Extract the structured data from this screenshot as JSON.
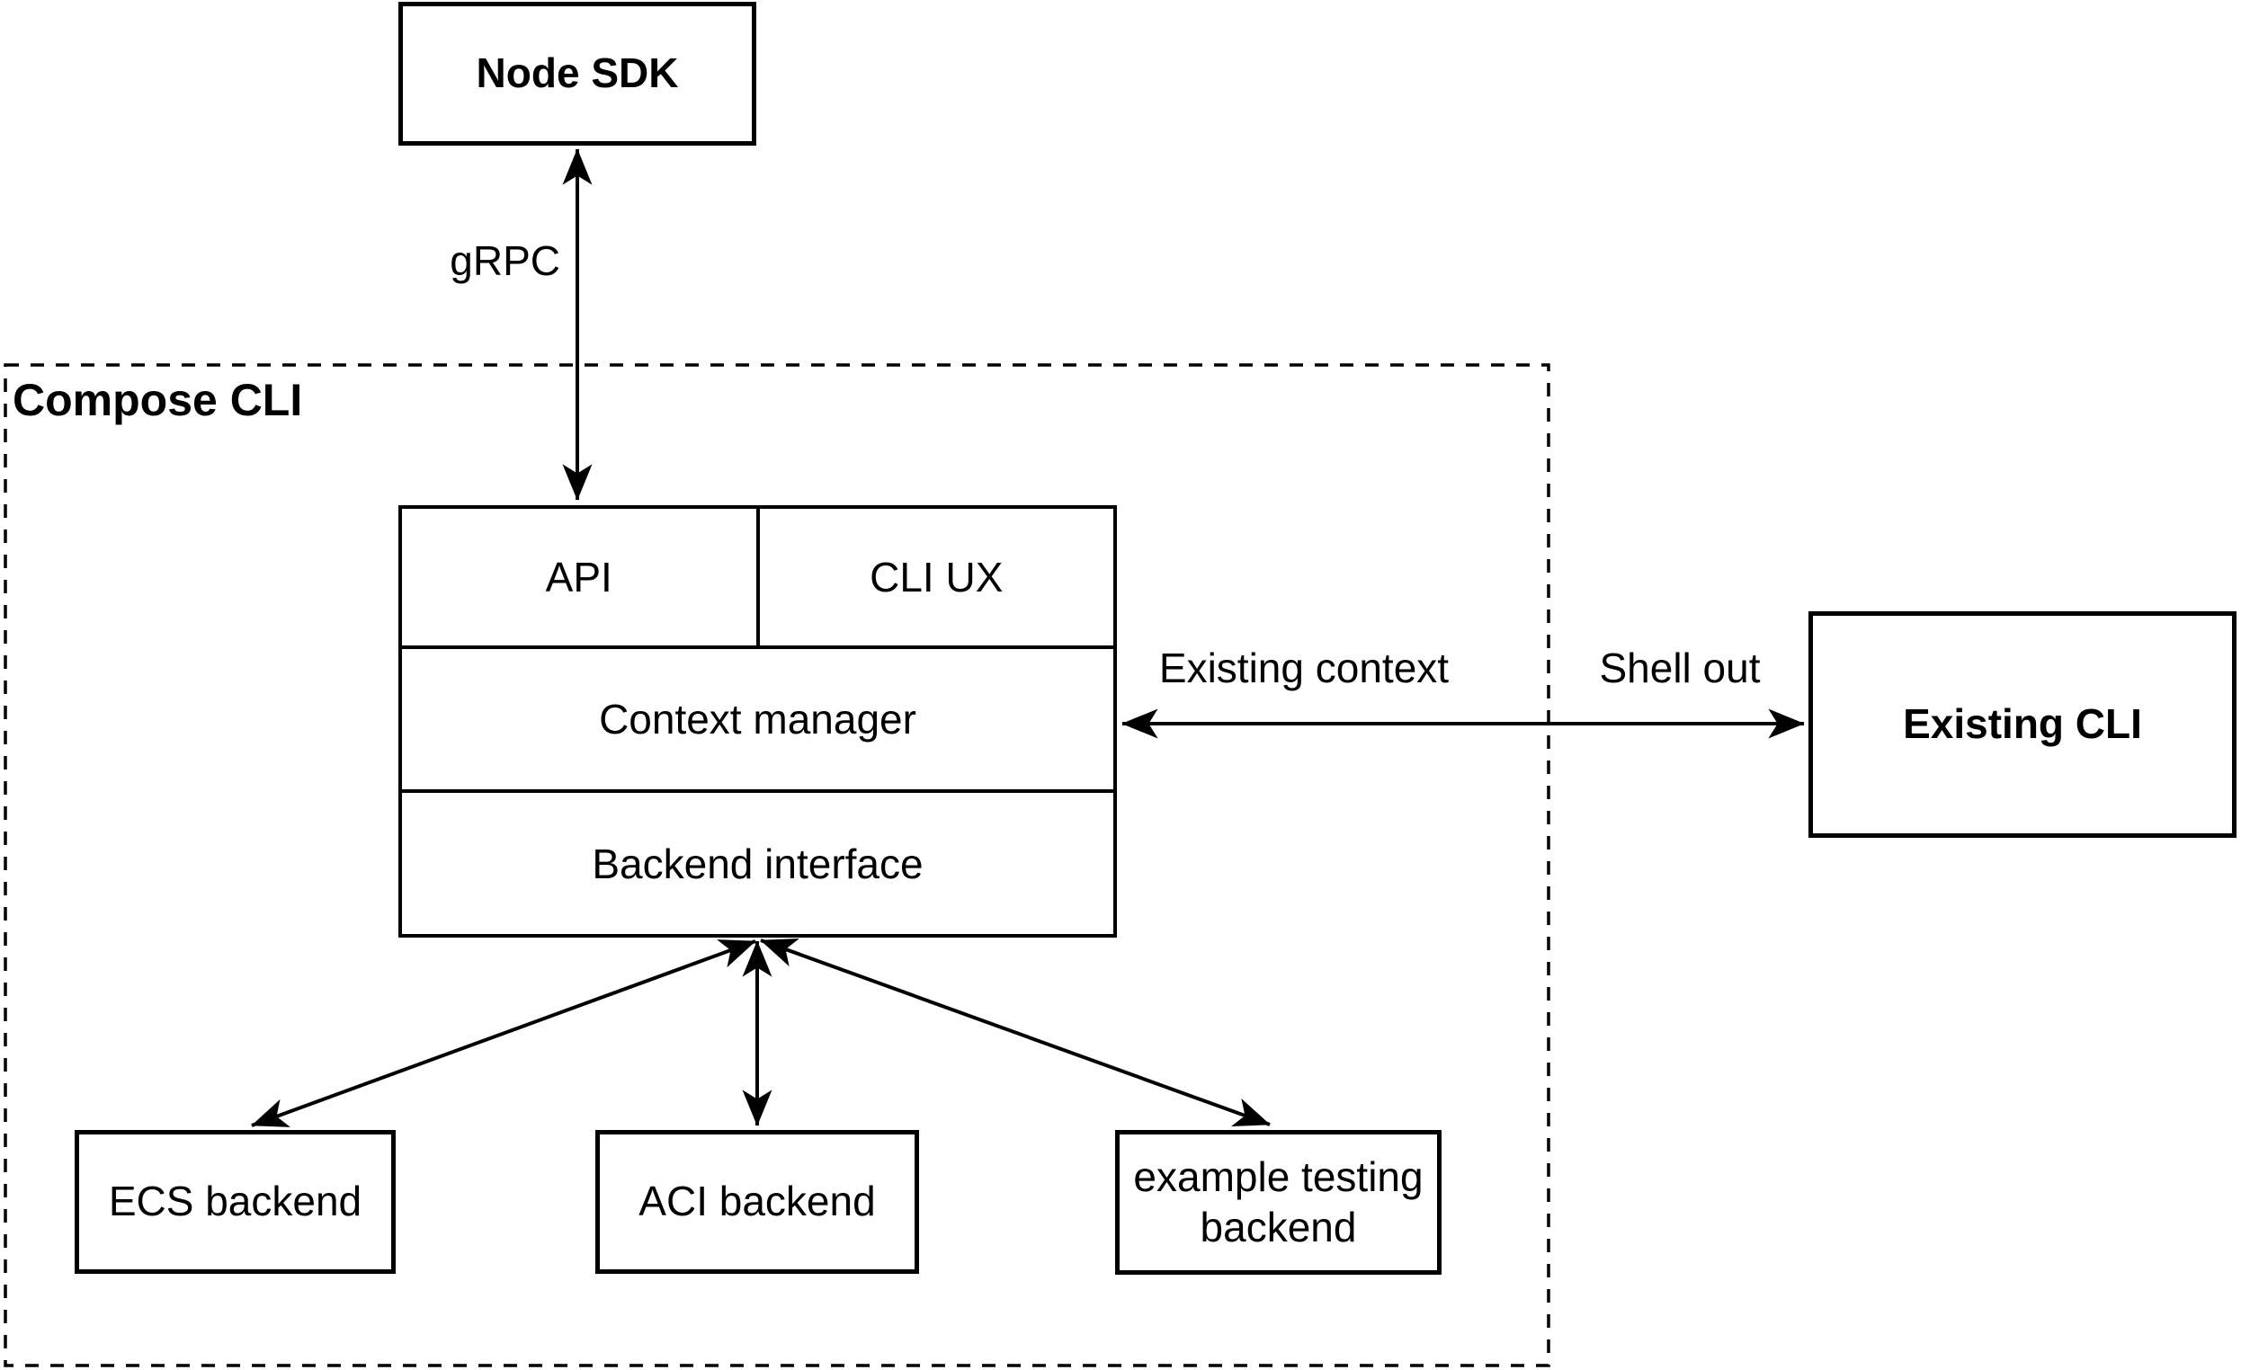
{
  "diagram": {
    "container": {
      "label": "Compose CLI"
    },
    "nodes": {
      "node_sdk": {
        "label": "Node SDK"
      },
      "api": {
        "label": "API"
      },
      "cli_ux": {
        "label": "CLI UX"
      },
      "context_manager": {
        "label": "Context manager"
      },
      "backend_interface": {
        "label": "Backend interface"
      },
      "existing_cli": {
        "label": "Existing CLI"
      },
      "ecs_backend": {
        "label": "ECS backend"
      },
      "aci_backend": {
        "label": "ACI backend"
      },
      "example_testing_backend": {
        "label": "example testing backend"
      }
    },
    "edge_labels": {
      "grpc": "gRPC",
      "existing_context": "Existing context",
      "shell_out": "Shell out"
    },
    "colors": {
      "stroke": "#000000",
      "text": "#000000",
      "background": "#ffffff"
    }
  }
}
